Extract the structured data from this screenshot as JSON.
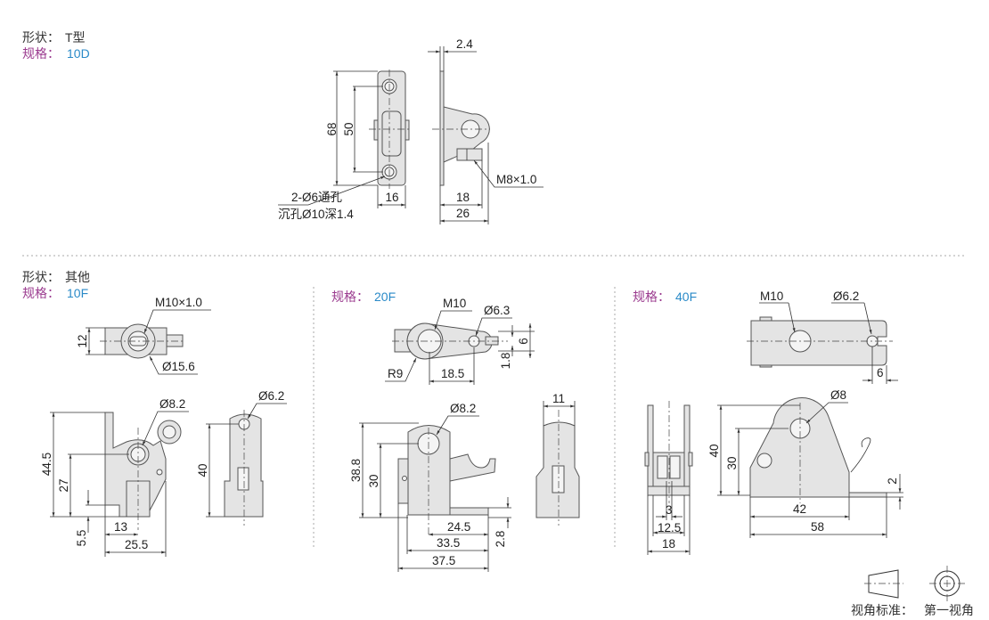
{
  "sections": [
    {
      "shape_label": "形状：",
      "shape_value": "T型",
      "spec_label": "规格：",
      "spec_value": "10D",
      "dims": {
        "h68": "68",
        "h50": "50",
        "w16": "16",
        "hole1": "2-Ø6通孔",
        "hole2": "沉孔Ø10深1.4",
        "t24": "2.4",
        "w18": "18",
        "w26": "26",
        "thread": "M8×1.0"
      }
    },
    {
      "shape_label": "形状：",
      "shape_value": "其他",
      "spec_label": "规格：",
      "spec_value": "10F",
      "dims": {
        "thread": "M10×1.0",
        "h12": "12",
        "d156": "Ø15.6",
        "d82": "Ø8.2",
        "d62": "Ø6.2",
        "h445": "44.5",
        "h27": "27",
        "h55": "5.5",
        "w13": "13",
        "w255": "25.5",
        "h40": "40"
      }
    },
    {
      "spec_label": "规格：",
      "spec_value": "20F",
      "dims": {
        "thread": "M10",
        "d63": "Ø6.3",
        "h6": "6",
        "h18": "1.8",
        "r9": "R9",
        "w185": "18.5",
        "d82": "Ø8.2",
        "h388": "38.8",
        "h30": "30",
        "w245": "24.5",
        "w335": "33.5",
        "w375": "37.5",
        "h28": "2.8",
        "w11": "11"
      }
    },
    {
      "spec_label": "规格：",
      "spec_value": "40F",
      "dims": {
        "thread": "M10",
        "d62": "Ø6.2",
        "w6": "6",
        "d8": "Ø8",
        "h40": "40",
        "h30": "30",
        "w42": "42",
        "w58": "58",
        "h2": "2",
        "w3": "3",
        "w125": "12.5",
        "w18": "18"
      }
    }
  ],
  "legend": {
    "label": "视角标准：",
    "value": "第一视角"
  },
  "colors": {
    "spec_label": "#9b3b8f",
    "spec_value": "#2a8ac8",
    "part_fill": "#e4e4e4"
  }
}
